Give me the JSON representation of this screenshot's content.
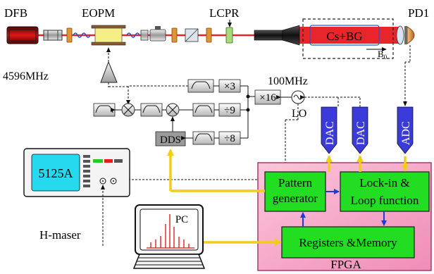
{
  "labels": {
    "dfb": "DFB",
    "eopm": "EOPM",
    "lcpr": "LCPR",
    "pd1": "PD1",
    "cell": "Cs+BG",
    "b0_main": "B",
    "b0_sub": "0",
    "freq_4596": "4596MHz",
    "freq_100": "100MHz",
    "lo": "LO",
    "x3": "×3",
    "div9": "÷9",
    "div8": "÷8",
    "x16": "×16",
    "dds": "DDS",
    "dac1": "DAC",
    "dac2": "DAC",
    "adc": "ADC",
    "counter": "5125A",
    "pc": "PC",
    "hmaser": "H-maser",
    "pattern_generator": [
      "Pattern",
      "generator"
    ],
    "lockin": [
      "Lock-in &",
      "Loop function"
    ],
    "registers": "Registers &Memory",
    "fpga": "FPGA"
  },
  "colors": {
    "laser_beam": "#e8252a",
    "fpga_fill": "#f7a9c4",
    "fpga_border": "#a23c6c",
    "module_fill": "#22dd22",
    "module_border": "#1a1a1a",
    "converter_fill": "#3b3bd9",
    "counter_screen": "#26d9ee",
    "bus_yellow": "#f2cc1a",
    "arrow_blue": "#1f3bd6"
  }
}
